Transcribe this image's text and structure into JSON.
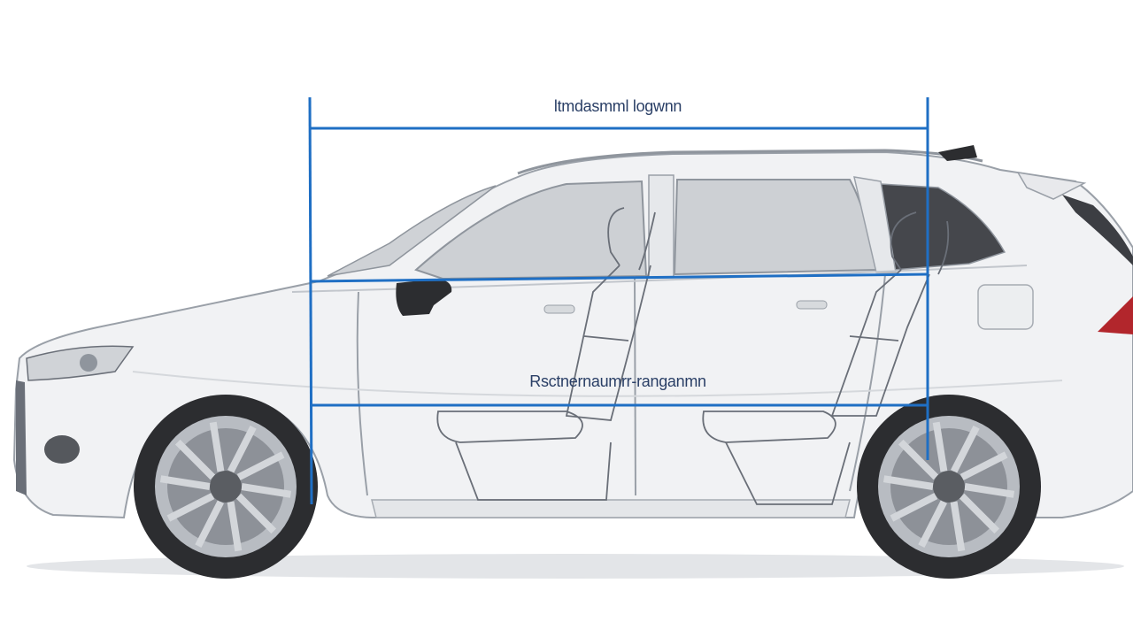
{
  "diagram": {
    "labels": {
      "top_dimension": "ltmdasmml logwnn",
      "middle_dimension": "Rsctnernaumrr-ranganmn"
    },
    "colors": {
      "dimension_line": "#1f6fc4",
      "label_text": "#2a3f66",
      "body": "#f1f2f4",
      "body_outline": "#9aa0a8",
      "window_glass": "#cdd0d4",
      "tire": "#2c2d30",
      "rim": "#b8bcc2",
      "interior_lines": "#6a6f78",
      "shadow": "#d9dbde"
    },
    "icons": [
      "car-side-silhouette",
      "wheel-icon",
      "seat-outline"
    ]
  }
}
